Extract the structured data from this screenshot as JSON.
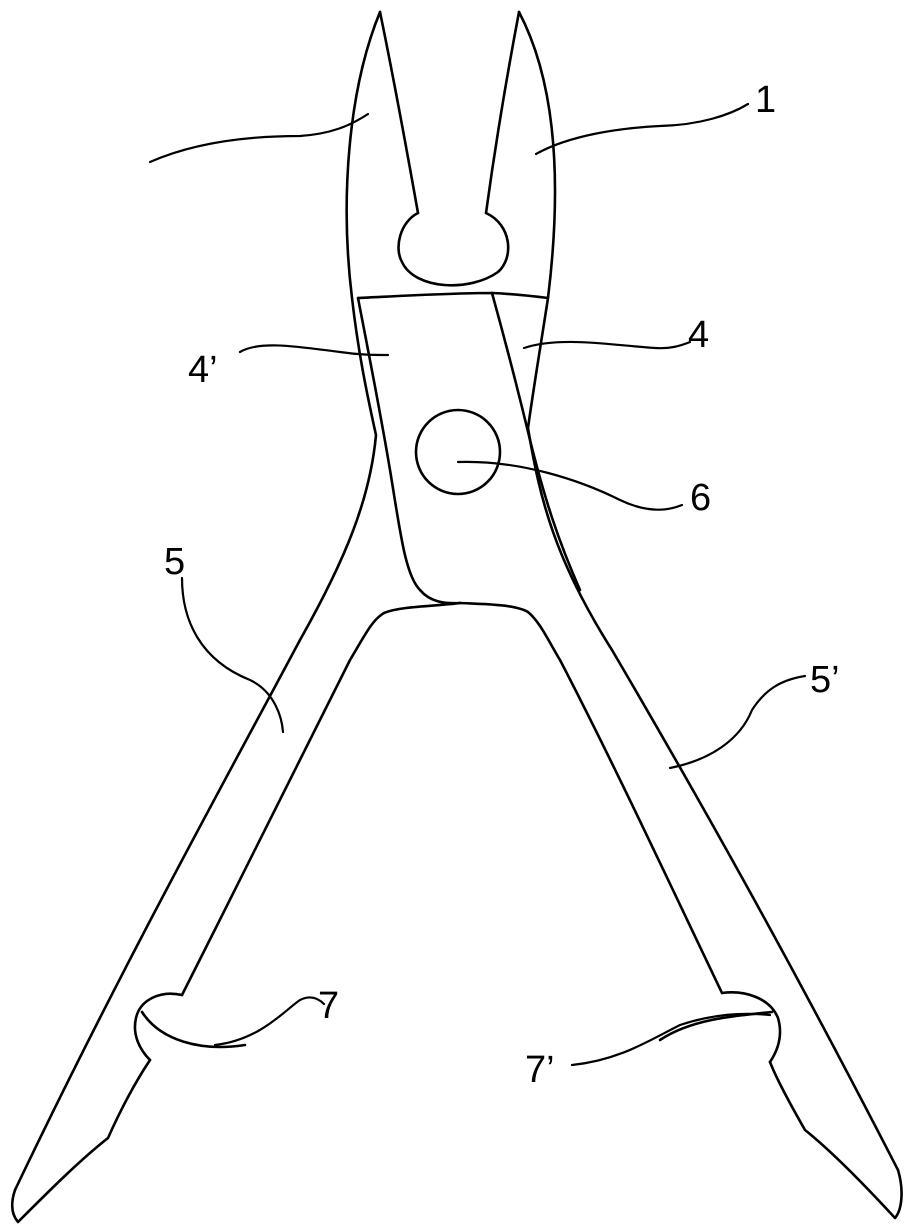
{
  "figure": {
    "labels": {
      "jaw": "1",
      "head_right": "4",
      "head_left": "4’",
      "pivot": "6",
      "handle_left": "5",
      "handle_right": "5’",
      "grip_left": "7",
      "grip_right": "7’"
    }
  }
}
